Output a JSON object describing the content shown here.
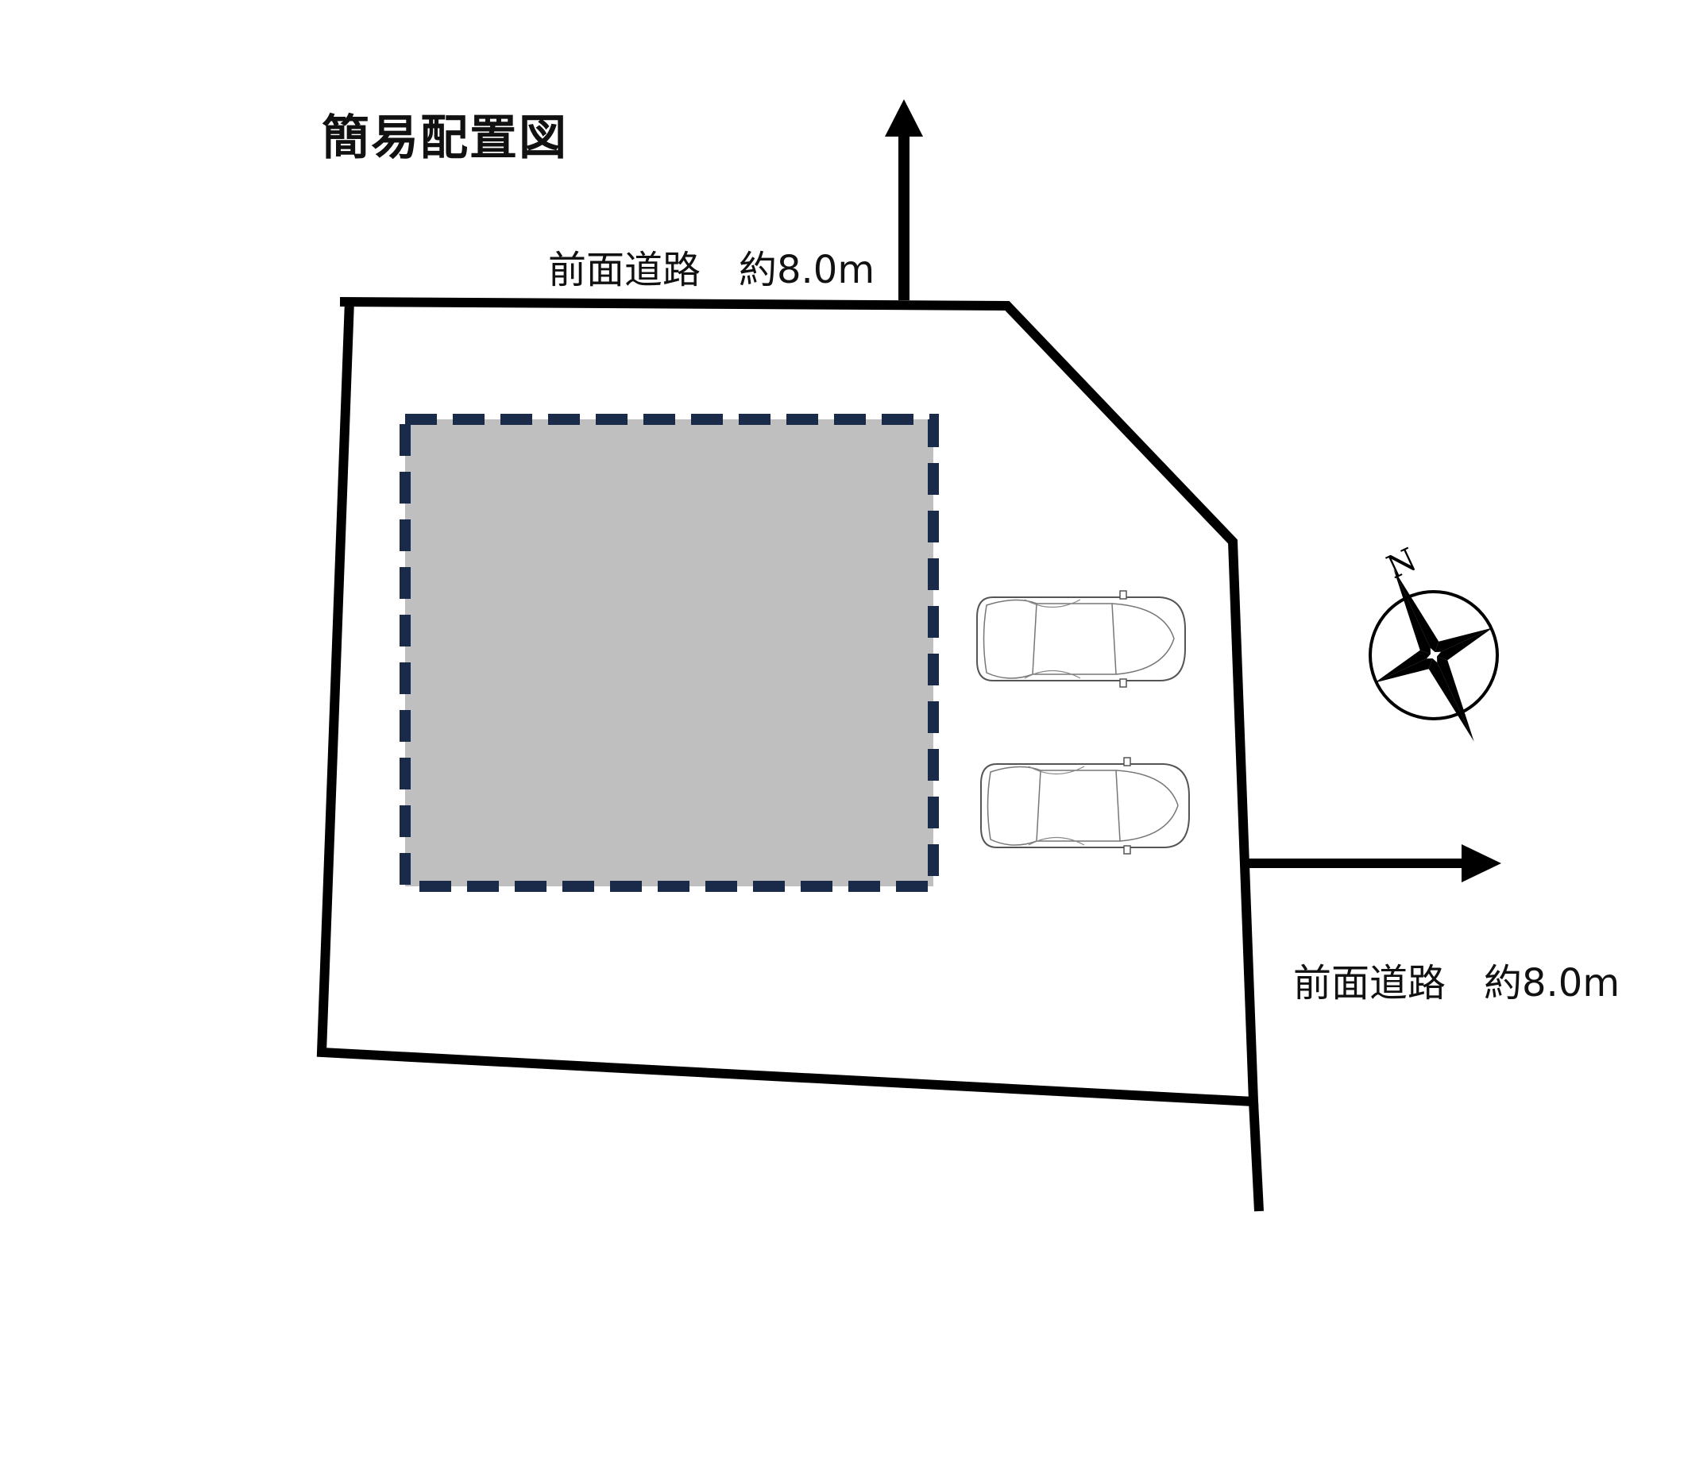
{
  "title": "簡易配置図",
  "road_top": {
    "label": "前面道路　約8.0m"
  },
  "road_right": {
    "label": "前面道路　約8.0m"
  },
  "compass": {
    "north_label": "N"
  },
  "colors": {
    "building_fill": "#bfbfbf",
    "building_border": "#1a2b4a",
    "line": "#000000"
  },
  "parking": {
    "car_count": 2
  }
}
